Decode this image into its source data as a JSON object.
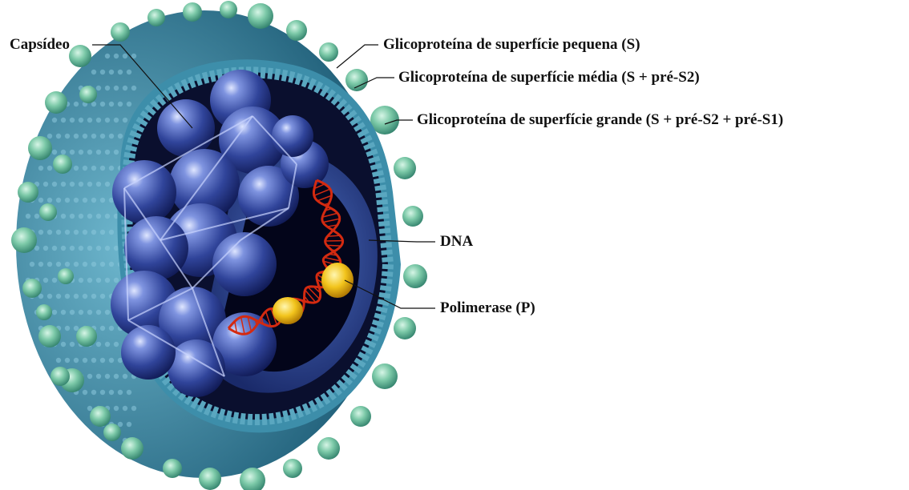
{
  "labels": {
    "capsid": "Capsídeo",
    "small_glyco": "Glicoproteína de superfície pequena (S)",
    "medium_glyco": "Glicoproteína de superfície média (S + pré-S2)",
    "large_glyco": "Glicoproteína de superfície grande (S + pré-S2 + pré-S1)",
    "dna": "DNA",
    "polymerase": "Polimerase (P)"
  },
  "colors": {
    "membrane": "#4a9bb5",
    "membrane_dark": "#2f7a95",
    "glycoprotein": "#6fc2a0",
    "capsid": "#2a3a8a",
    "capsid_light": "#6f85d6",
    "dna": "#d42a10",
    "polymerase": "#f0c020",
    "core": "#05071a"
  }
}
